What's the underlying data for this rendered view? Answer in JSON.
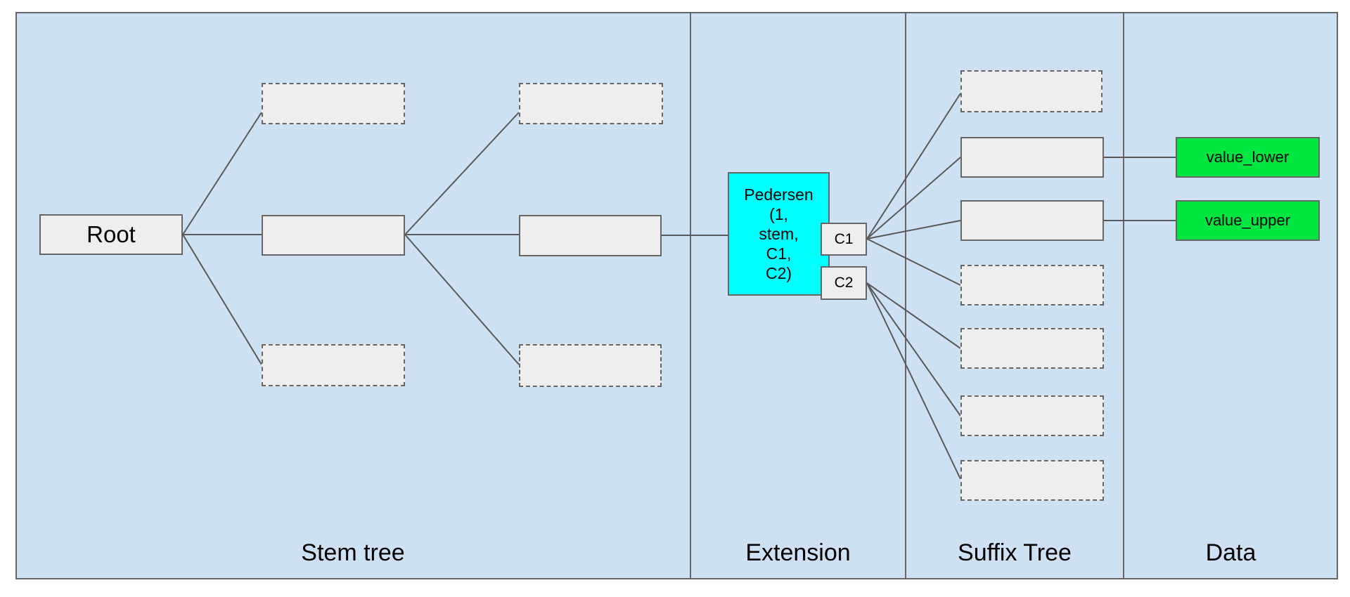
{
  "diagram": {
    "columns": [
      {
        "label": "Stem tree"
      },
      {
        "label": "Extension"
      },
      {
        "label": "Suffix Tree"
      },
      {
        "label": "Data"
      }
    ],
    "nodes": {
      "root": {
        "label": "Root"
      },
      "pedersen": {
        "label": "Pedersen\n(1,\nstem,\nC1,\nC2)"
      },
      "c1": {
        "label": "C1"
      },
      "c2": {
        "label": "C2"
      },
      "value_lower": {
        "label": "value_lower"
      },
      "value_upper": {
        "label": "value_upper"
      }
    },
    "colors": {
      "background": "#cee1f2",
      "node_fill": "#eeeeee",
      "node_border": "#666666",
      "connector": "#595959",
      "commitment_fill": "#00ffff",
      "value_fill": "#00e640",
      "text": "#000000"
    }
  }
}
